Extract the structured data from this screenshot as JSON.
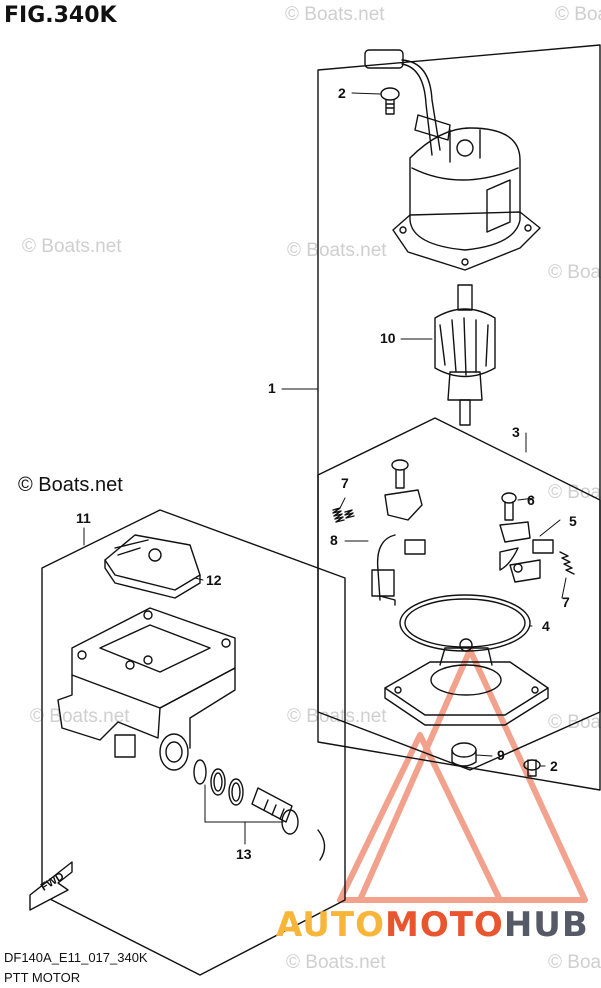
{
  "figure": {
    "title": "FIG.340K",
    "code": "DF140A_E11_017_340K",
    "caption": "PTT MOTOR"
  },
  "watermark": {
    "text": "© Boats.net"
  },
  "logo": {
    "part1": "AUTO",
    "part2": "MOTO",
    "part3": "HUB"
  },
  "fwd": {
    "text": "FWD"
  },
  "callouts": [
    "1",
    "2",
    "3",
    "4",
    "5",
    "6",
    "7",
    "8",
    "9",
    "10",
    "11",
    "12",
    "13"
  ],
  "colors": {
    "line": "#111111",
    "watermark": "#cfcfcf",
    "logo_orange": "#f7b53a",
    "logo_red": "#e8552f",
    "logo_gray": "#555a66"
  }
}
